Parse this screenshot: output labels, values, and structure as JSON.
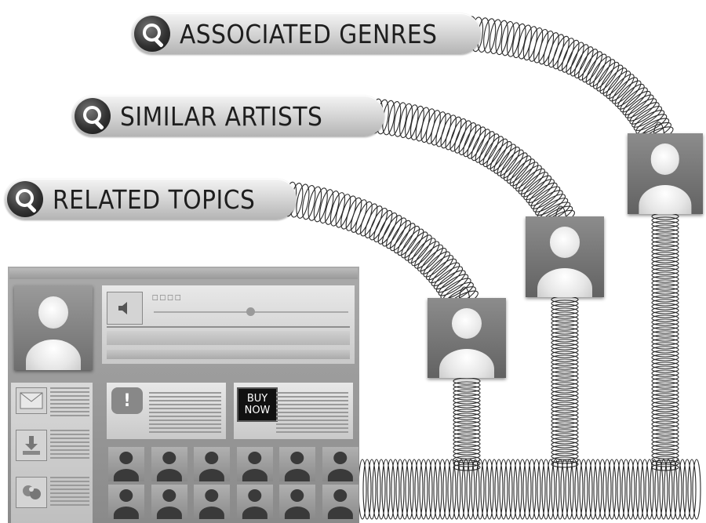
{
  "search_labels": [
    {
      "id": "associated-genres",
      "text": "ASSOCIATED GENRES"
    },
    {
      "id": "similar-artists",
      "text": "SIMILAR ARTISTS"
    },
    {
      "id": "related-topics",
      "text": "RELATED TOPICS"
    }
  ],
  "panel": {
    "buy_button": "BUY NOW"
  },
  "colors": {
    "background": "#ffffff",
    "pill_light": "#f4f4f4",
    "pill_dark": "#b4b4b4",
    "tile": "#7a7a7a",
    "ink": "#1e1e1e"
  },
  "icons": [
    "search-icon",
    "avatar-icon",
    "speaker-icon",
    "mail-icon",
    "download-icon",
    "share-icon",
    "alert-icon"
  ]
}
